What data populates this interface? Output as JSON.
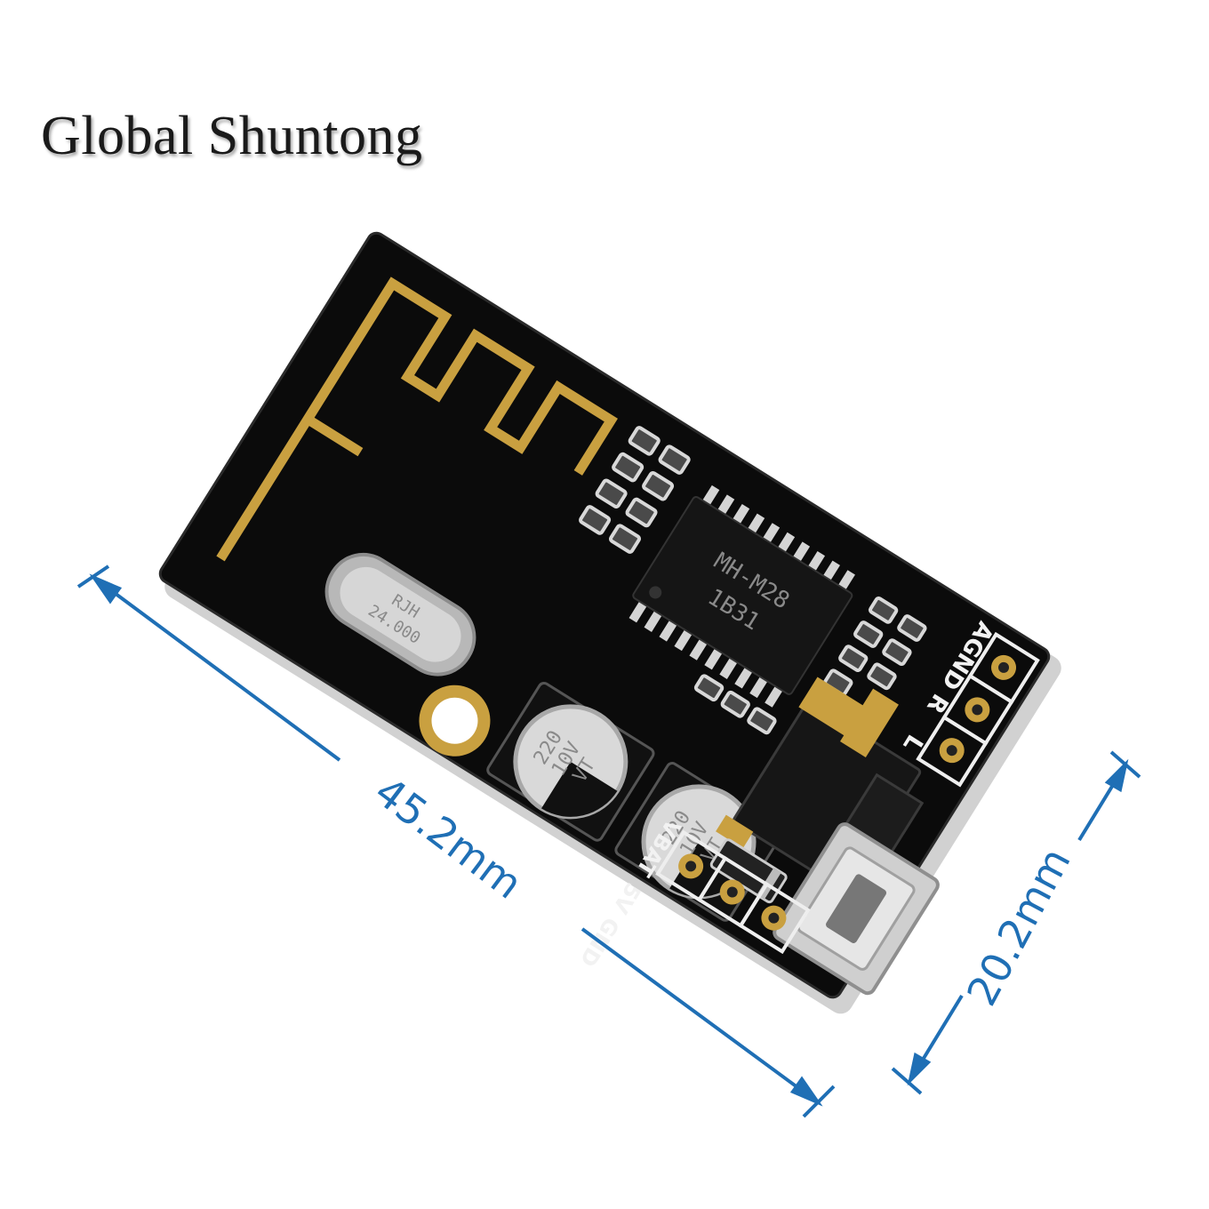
{
  "brand": {
    "text": "Global Shuntong"
  },
  "dimensions": {
    "length": "45.2mm",
    "width": "20.2mm"
  },
  "chip": {
    "model": "MH-M28",
    "code": "1B31"
  },
  "crystal": {
    "maker": "RJH",
    "freq": "24.000"
  },
  "capacitors": [
    {
      "value": "220",
      "voltage": "10V",
      "code": "VT"
    },
    {
      "value": "220",
      "voltage": "10V",
      "code": "VT"
    }
  ],
  "audio_pins": [
    "AGND",
    "R",
    "L"
  ],
  "power_pins": [
    "VBAT",
    "5V",
    "GND"
  ],
  "colors": {
    "pcb": "#0b0b0b",
    "gold": "#c9a040",
    "dimension": "#1f6fb5"
  }
}
